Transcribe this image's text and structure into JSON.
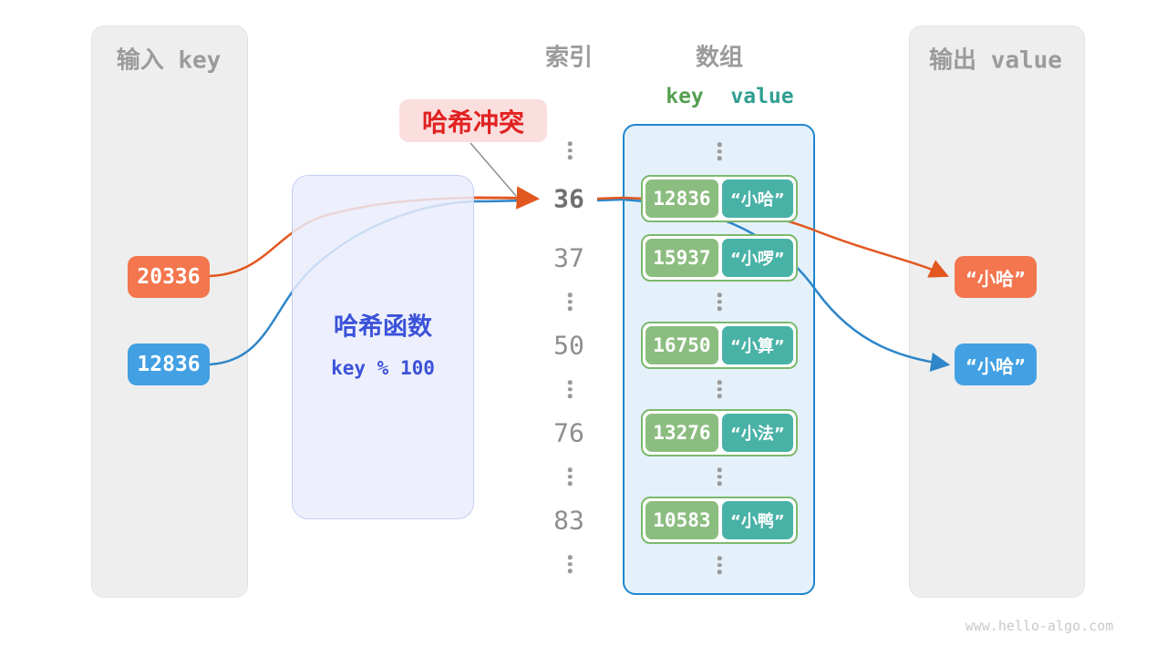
{
  "page": {
    "watermark": "www.hello-algo.com"
  },
  "colors": {
    "orange_box": "#F3764E",
    "blue_box": "#42A0E3",
    "stroke_orange": "#E2571E",
    "stroke_blue": "#2E86C9",
    "key_green": "#8CBD80",
    "value_teal": "#49B2A7",
    "entry_border_green": "#7CB96D",
    "array_border_blue": "#1F86CD",
    "array_bg": "#E4F1FB",
    "hash_text_blue": "#3C52DA",
    "hash_bg": "#E9EDFB",
    "collision_red": "#E12222",
    "collision_bg_pink": "#FBDEDE",
    "panel_gray": "#EEEEEE",
    "muted_gray_text": "#9B9B9B",
    "key_header_green": "#56A051",
    "value_header_teal": "#2F9F92"
  },
  "input_panel": {
    "title": "输入 key",
    "keys": [
      {
        "value": "20336",
        "color": "orange"
      },
      {
        "value": "12836",
        "color": "blue"
      }
    ]
  },
  "hash_box": {
    "title": "哈希函数",
    "formula": "key % 100"
  },
  "collision_label": "哈希冲突",
  "index_column": {
    "title": "索引",
    "rows": [
      "36",
      "37",
      "50",
      "76",
      "83"
    ],
    "highlighted_row": "36"
  },
  "array_panel": {
    "title": "数组",
    "key_header": "key",
    "value_header": "value",
    "entries": [
      {
        "key": "12836",
        "value": "“小哈”"
      },
      {
        "key": "15937",
        "value": "“小啰”"
      },
      {
        "key": "16750",
        "value": "“小算”"
      },
      {
        "key": "13276",
        "value": "“小法”"
      },
      {
        "key": "10583",
        "value": "“小鸭”"
      }
    ]
  },
  "output_panel": {
    "title": "输出 value",
    "values": [
      {
        "text": "“小哈”",
        "color": "orange"
      },
      {
        "text": "“小哈”",
        "color": "blue"
      }
    ]
  }
}
